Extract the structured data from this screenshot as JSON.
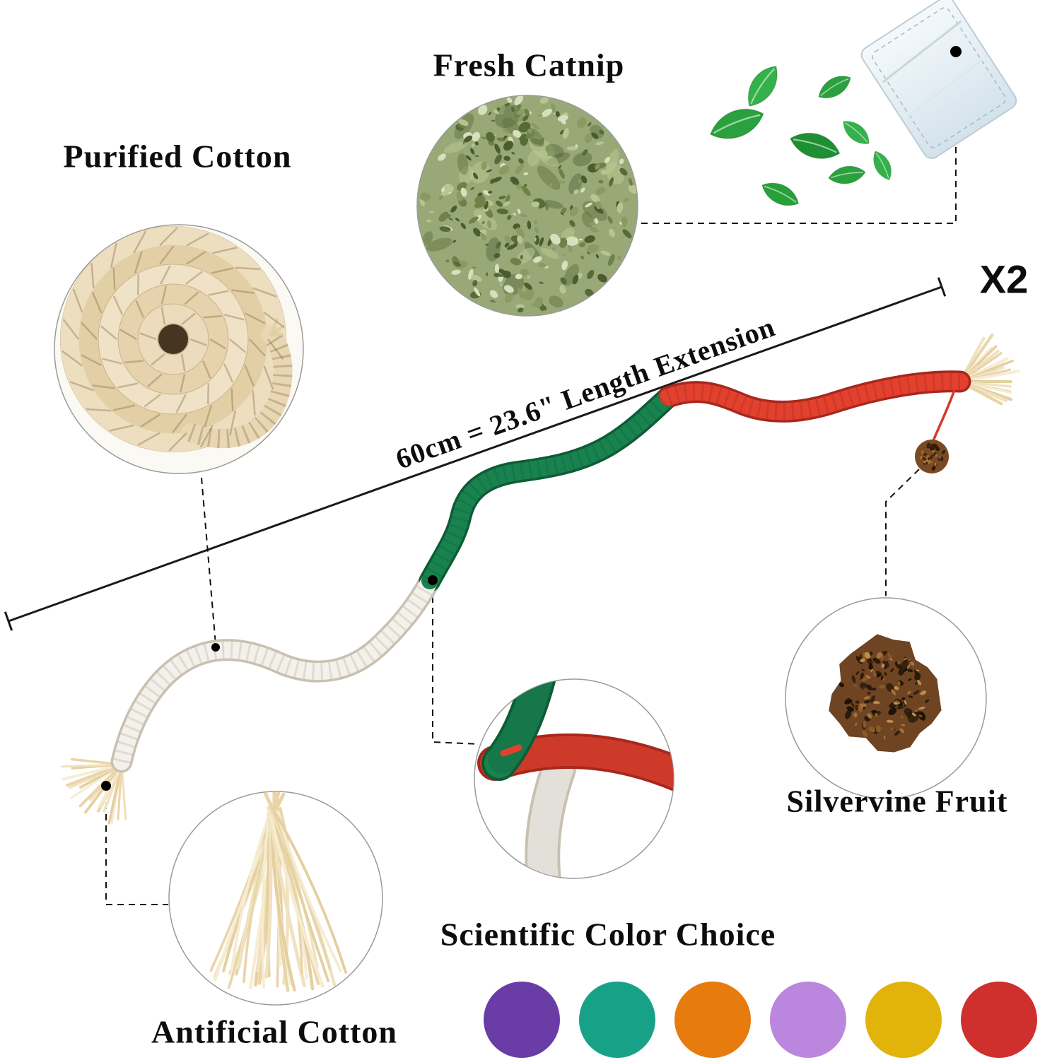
{
  "product": {
    "quantity_label": "X2",
    "length_label": "60cm = 23.6\"  Length Extension"
  },
  "callouts": {
    "fresh_catnip": {
      "label": "Fresh Catnip"
    },
    "purified_cotton": {
      "label": "Purified Cotton"
    },
    "silvervine_fruit": {
      "label": "Silvervine Fruit"
    },
    "antificial_cotton": {
      "label": "Antificial Cotton"
    }
  },
  "color_section": {
    "label": "Scientific Color Choice",
    "swatches": [
      {
        "name": "purple",
        "hex": "#6a3da6"
      },
      {
        "name": "teal",
        "hex": "#17a287"
      },
      {
        "name": "orange",
        "hex": "#e87b0d"
      },
      {
        "name": "lavender",
        "hex": "#bb86de"
      },
      {
        "name": "yellow",
        "hex": "#e2b30a"
      },
      {
        "name": "red",
        "hex": "#cf302d"
      }
    ]
  },
  "rope": {
    "segment_colors": {
      "white": "#f4f1ea",
      "green": "#198350",
      "red": "#e3402e"
    },
    "tassel_color": "#f0dfba",
    "fruit_color": "#6e4423"
  }
}
